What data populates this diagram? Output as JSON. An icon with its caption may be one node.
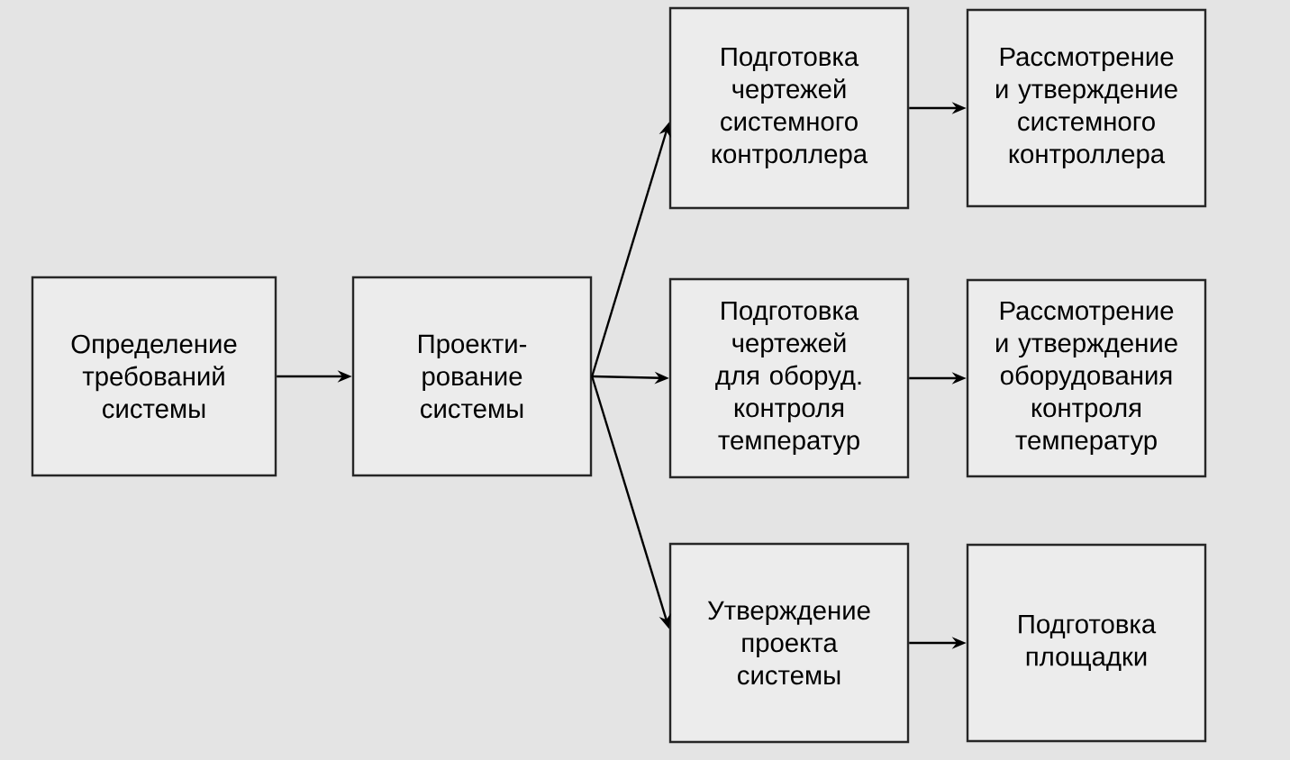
{
  "diagram": {
    "nodes": [
      {
        "text": [
          "Определение требований системы"
        ]
      },
      {
        "text": [
          "Проекти- рование системы"
        ]
      },
      {
        "text": [
          "Подготовка чертежей системного контроллера"
        ]
      },
      {
        "text": [
          "Рассмотрение и утверждение системного контроллера"
        ]
      },
      {
        "text": [
          "Подготовка чертежей для оборуд. контроля температур"
        ]
      },
      {
        "text": [
          "Рассмотрение и утверждение оборудования контроля температур"
        ]
      },
      {
        "text": [
          "Утверждение проекта системы"
        ]
      },
      {
        "text": [
          "Подготовка площадки"
        ]
      }
    ],
    "edges": [
      {
        "from": 0,
        "to": 1,
        "arrow": "to"
      },
      {
        "from": 1,
        "to": 2,
        "arrow": "to"
      },
      {
        "from": 1,
        "to": 4,
        "arrow": "to"
      },
      {
        "from": 1,
        "to": 6,
        "arrow": "to"
      },
      {
        "from": 2,
        "to": 3,
        "arrow": "to"
      },
      {
        "from": 4,
        "to": 5,
        "arrow": "to"
      },
      {
        "from": 6,
        "to": 7,
        "arrow": "to"
      }
    ]
  }
}
